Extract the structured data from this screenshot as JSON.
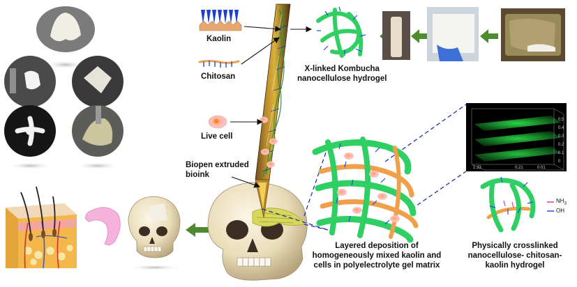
{
  "labels": {
    "kaolin": "Kaolin",
    "chitosan": "Chitosan",
    "live_cell": "Live cell",
    "biopen": [
      "Biopen extruded",
      "bioink"
    ],
    "xlinked": [
      "X-linked Kombucha",
      "nanocellulose hydrogel"
    ],
    "layered": [
      "Layered deposition of",
      "homogeneously mixed kaolin and",
      "cells in polyelectrolyte gel matrix"
    ],
    "physically": [
      "Physically crosslinked",
      "nanocellulose- chitosan-",
      "kaolin hydrogel"
    ],
    "nh3": "NH",
    "nh3_sub": "3",
    "oh": "OH"
  },
  "confocal_ticks": [
    "0.5",
    "0.4",
    "0.3",
    "0.2",
    "0.1",
    "0",
    "0.01",
    "0.21",
    "1.33"
  ],
  "colors": {
    "fiber_green": "#2fcf63",
    "chitosan_orange": "#f0a04a",
    "arrow_green": "#4e8a2e",
    "dash_blue": "#2233aa",
    "nh3_magenta": "#e040c0",
    "oh_blue": "#3355ee"
  },
  "icons": [
    "kaolin-icon",
    "chitosan-icon",
    "live-cell-icon",
    "skull-icon",
    "skin-icon",
    "cartilage-icon",
    "confocal-image",
    "hydrogel-network-icon",
    "scoby-photo"
  ]
}
